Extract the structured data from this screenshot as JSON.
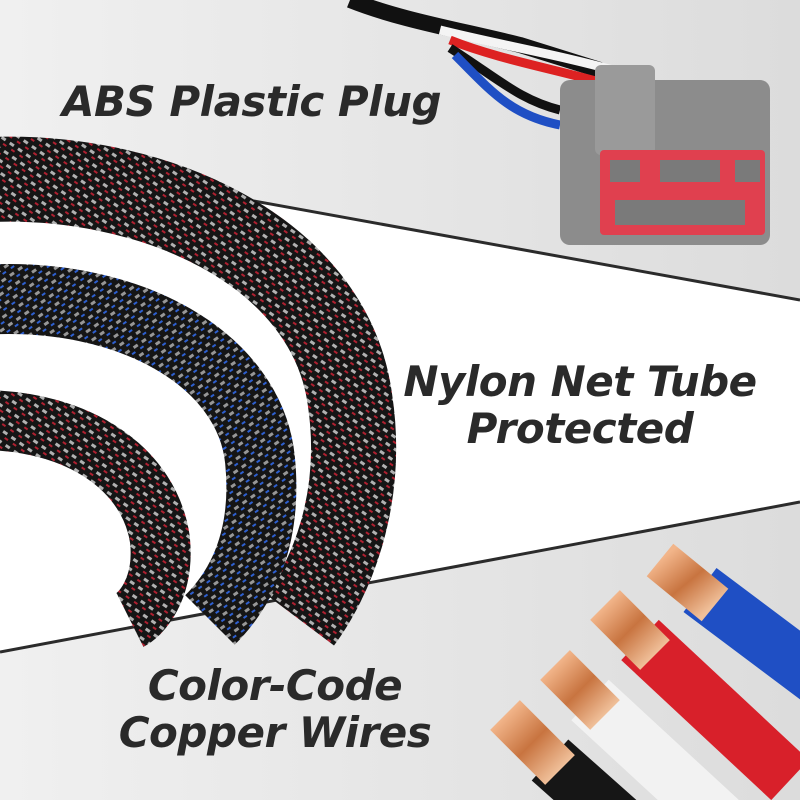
{
  "sections": [
    {
      "caption_lines": [
        "ABS Plastic Plug"
      ]
    },
    {
      "caption_lines": [
        "Nylon Net Tube",
        "Protected"
      ]
    },
    {
      "caption_lines": [
        "Color-Code",
        "Copper Wires"
      ]
    }
  ],
  "colors": {
    "band_gray": "#e6e6e6",
    "divider": "#2b2b2b",
    "connector": "#8a8a8a",
    "connector_red": "#e0404f",
    "wire_blue": "#1f4fc4",
    "wire_red": "#d8202a",
    "wire_white": "#f4f4f4",
    "wire_black": "#161616",
    "copper": "#d68a55"
  }
}
